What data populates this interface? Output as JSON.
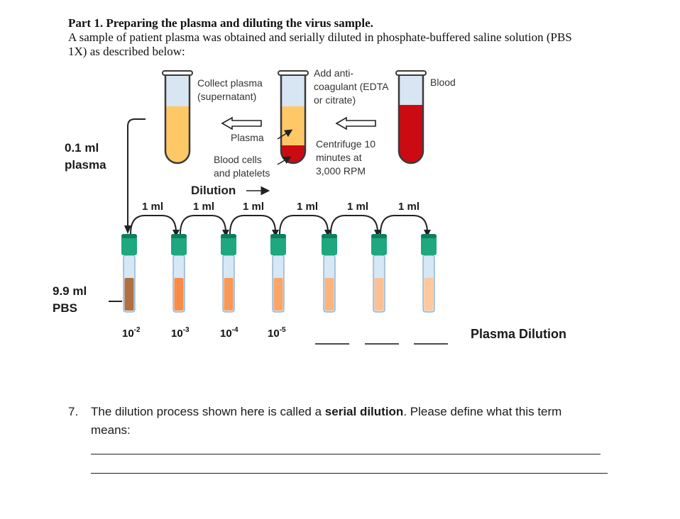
{
  "header": {
    "title": "Part 1.  Preparing the plasma and diluting the virus sample.",
    "intro_line1": "A sample of patient plasma was obtained and serially diluted in phosphate-buffered saline solution (PBS",
    "intro_line2": "1X) as described below:"
  },
  "diagram": {
    "collect_plasma_1": "Collect plasma",
    "collect_plasma_2": "(supernatant)",
    "add_anti_1": "Add anti-",
    "add_anti_2": "coagulant (EDTA",
    "add_anti_3": "or citrate)",
    "blood": "Blood",
    "plasma": "Plasma",
    "blood_cells_1": "Blood cells",
    "blood_cells_2": "and platelets",
    "centrifuge_1": "Centrifuge 10",
    "centrifuge_2": "minutes at",
    "centrifuge_3": "3,000 RPM",
    "plasma_amount_1": "0.1 ml",
    "plasma_amount_2": "plasma",
    "pbs_amount_1": "9.9 ml",
    "pbs_amount_2": "PBS",
    "dilution_label": "Dilution",
    "transfer_labels": [
      "1 ml",
      "1 ml",
      "1 ml",
      "1 ml",
      "1 ml",
      "1 ml"
    ],
    "dilution_bases": [
      "10",
      "10",
      "10",
      "10"
    ],
    "dilution_exponents": [
      "-2",
      "-3",
      "-4",
      "-5"
    ],
    "blanks": [
      "____",
      "____",
      "____"
    ],
    "plasma_dilution_label": "Plasma Dilution",
    "colors": {
      "plasma_yellow": "#FFC867",
      "blood_red": "#CC0A12",
      "cap_green": "#1FA77F",
      "tube_1": "#B07040",
      "tube_2": "#F98C45",
      "tube_3": "#FA9856",
      "tube_4": "#FBA668",
      "tube_5": "#FCB47E",
      "tube_6": "#FDC092",
      "tube_7": "#FDC89E"
    }
  },
  "question": {
    "number": "7.",
    "text_before": "The dilution process shown here is called a ",
    "term": "serial dilution",
    "text_after": ". Please define what this term",
    "text_line2": "means:"
  }
}
